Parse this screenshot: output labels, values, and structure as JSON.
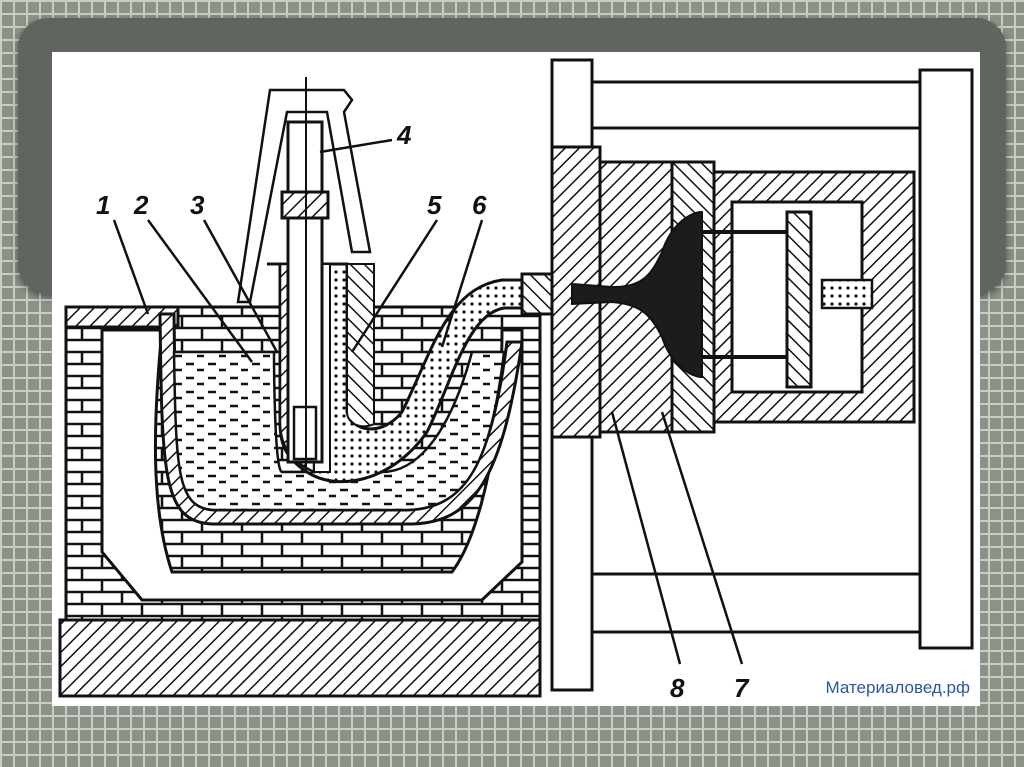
{
  "diagram": {
    "labels": [
      "1",
      "2",
      "3",
      "4",
      "5",
      "6",
      "7",
      "8"
    ],
    "watermark": "Материаловед.рф"
  },
  "colors": {
    "ink": "#111111",
    "paper": "#ffffff",
    "metal_fill": "#2a2a2a",
    "watermark": "#2a55a8",
    "frame": "#606560",
    "grid_bg": "#8c9287"
  }
}
